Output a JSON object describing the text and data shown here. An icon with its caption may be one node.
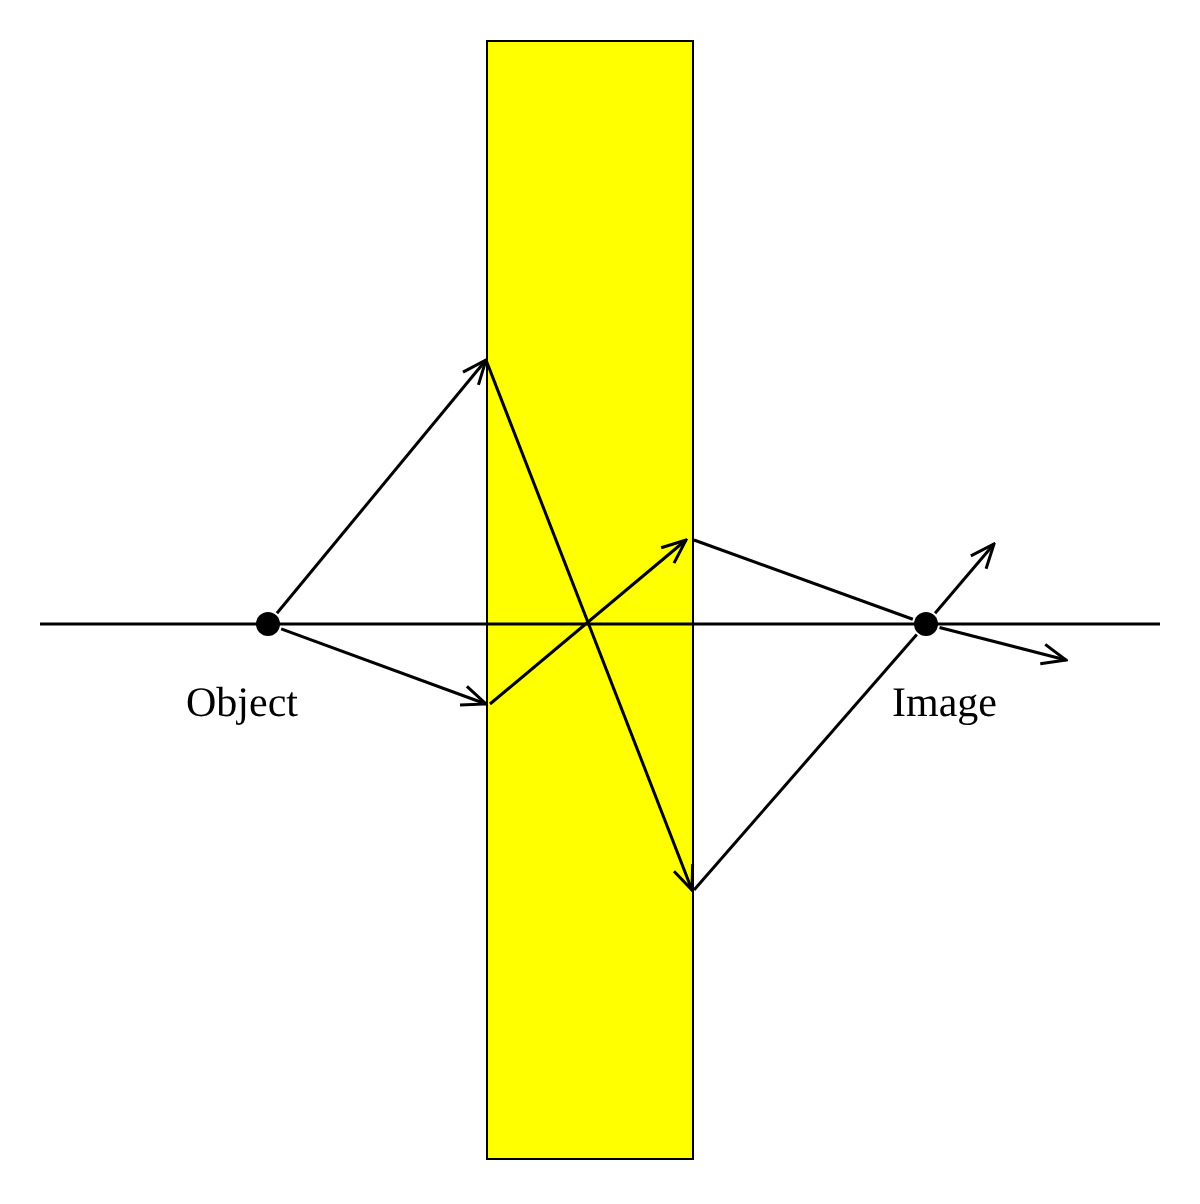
{
  "diagram": {
    "nodes": [
      {
        "text": [],
        "shape": "circle",
        "beside": [
          "Object"
        ]
      },
      {
        "text": [],
        "shape": "box"
      },
      {
        "text": [],
        "shape": "circle",
        "beside": [
          "Image"
        ]
      }
    ],
    "edges": [
      {
        "from": 0,
        "to": 1,
        "arrow": "to"
      },
      {
        "from": 0,
        "to": 1,
        "arrow": "to"
      },
      {
        "from": 1,
        "to": 2,
        "arrow": "none"
      },
      {
        "from": 1,
        "to": 2,
        "arrow": "none"
      },
      {
        "from": 2,
        "to": null,
        "arrow": "to"
      },
      {
        "from": 2,
        "to": null,
        "arrow": "to"
      }
    ]
  }
}
